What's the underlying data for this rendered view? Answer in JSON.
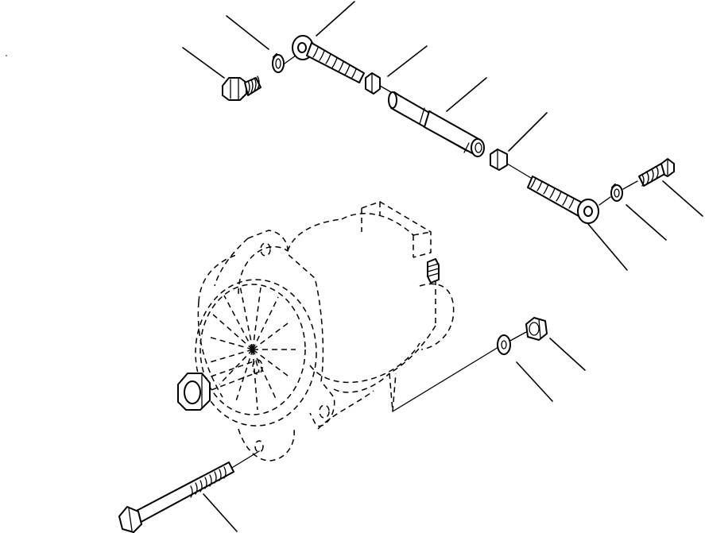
{
  "parts": [
    {
      "id": "adjust-bolt",
      "icon": "hex-bolt-icon"
    },
    {
      "id": "upper-lock-washer",
      "icon": "lock-washer-icon"
    },
    {
      "id": "upper-rod-end",
      "icon": "eye-rod-end-icon"
    },
    {
      "id": "upper-jam-nut",
      "icon": "hex-nut-icon"
    },
    {
      "id": "turnbuckle-sleeve",
      "icon": "sleeve-icon"
    },
    {
      "id": "lower-jam-nut",
      "icon": "hex-nut-icon"
    },
    {
      "id": "lower-rod-end",
      "icon": "eye-rod-end-icon"
    },
    {
      "id": "lower-lock-washer",
      "icon": "lock-washer-icon"
    },
    {
      "id": "short-bolt",
      "icon": "hex-bolt-icon"
    },
    {
      "id": "alternator",
      "icon": "alternator-icon"
    },
    {
      "id": "flat-washer",
      "icon": "flat-washer-icon"
    },
    {
      "id": "mount-nut",
      "icon": "hex-nut-icon"
    },
    {
      "id": "long-mount-bolt",
      "icon": "long-bolt-icon"
    }
  ],
  "leader_lines": 12
}
